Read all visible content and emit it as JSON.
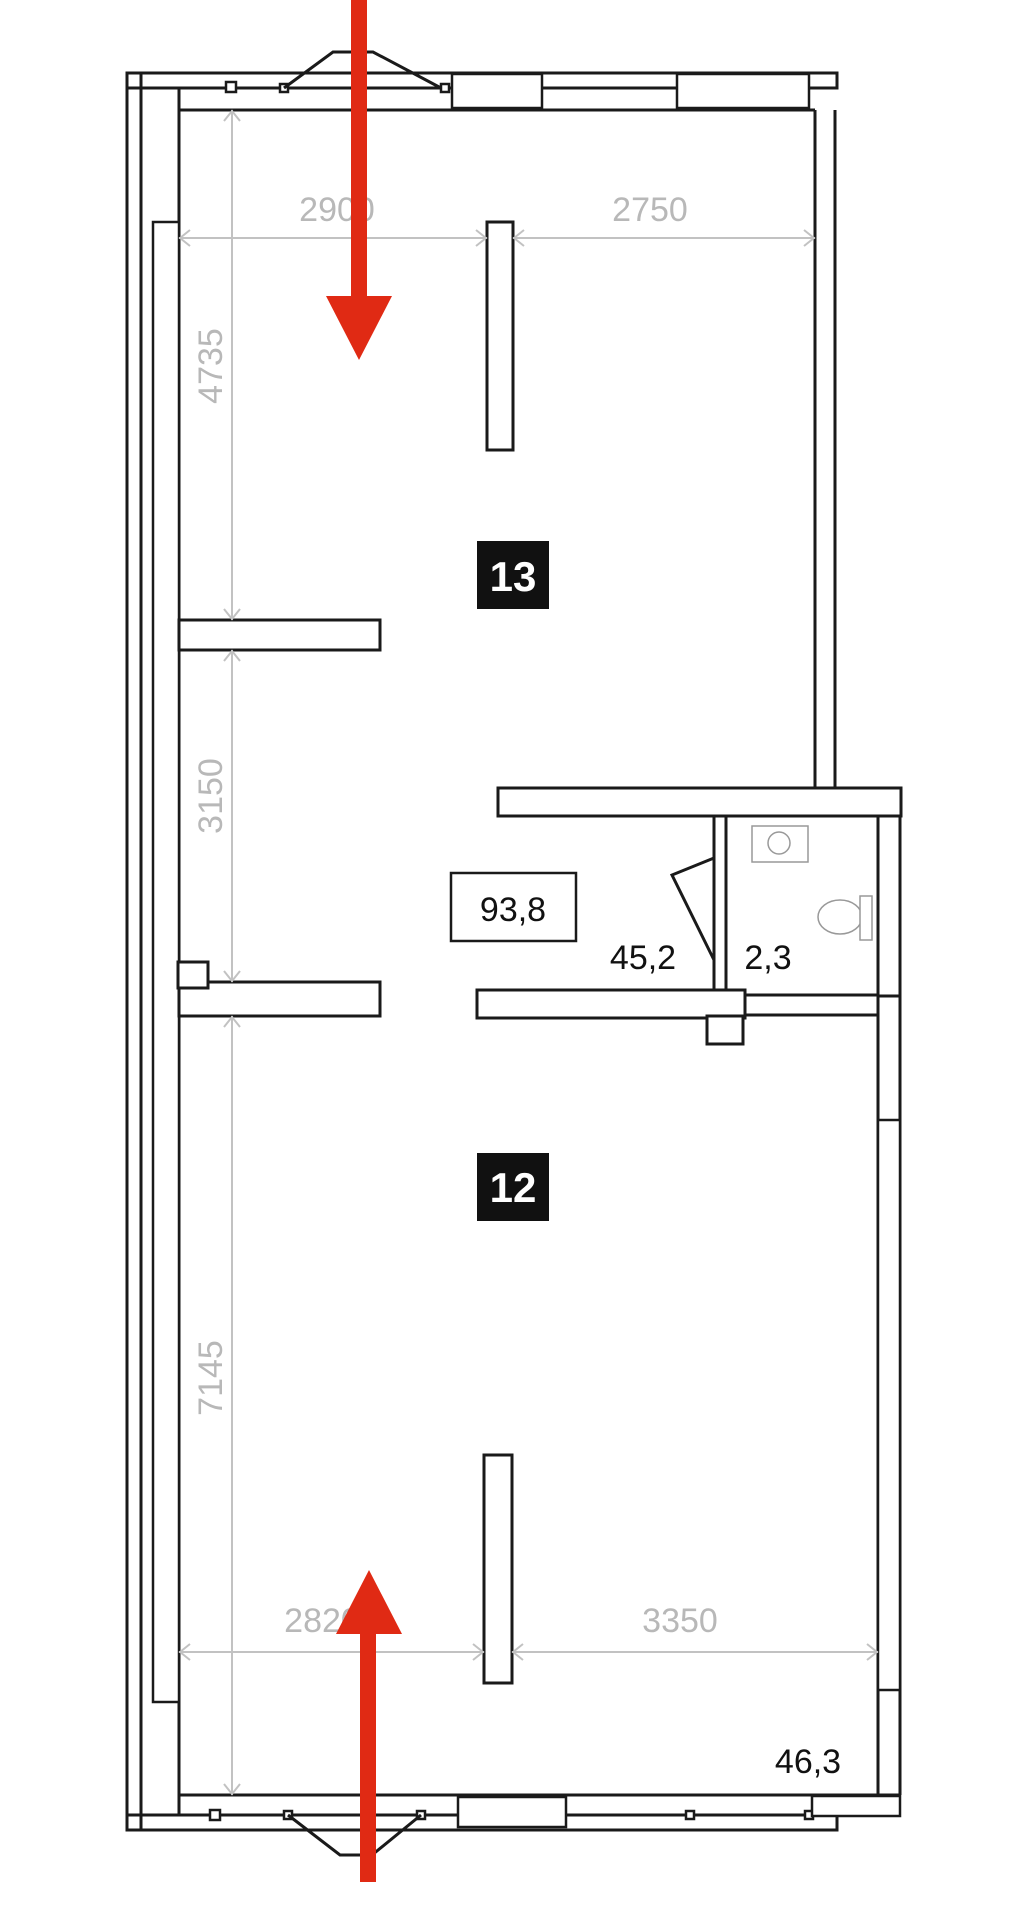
{
  "rooms": [
    {
      "number": "13"
    },
    {
      "number": "12"
    }
  ],
  "areas": {
    "total": "93,8",
    "room_13": "45,2",
    "wc": "2,3",
    "room_12": "46,3"
  },
  "dimensions": {
    "top_left_width": "2900",
    "top_right_width": "2750",
    "top_left_height": "4735",
    "middle_height": "3150",
    "bottom_height": "7145",
    "bottom_left_width": "2820",
    "bottom_right_width": "3350"
  },
  "icons": {
    "entrance_top": "down-arrow-icon",
    "entrance_bottom": "up-arrow-icon",
    "sink": "sink-icon",
    "toilet": "toilet-icon"
  },
  "colors": {
    "arrow": "#e02a14",
    "room_badge": "#111111",
    "walls": "#1a1a1a",
    "dimensions": "#c2c2c2"
  }
}
